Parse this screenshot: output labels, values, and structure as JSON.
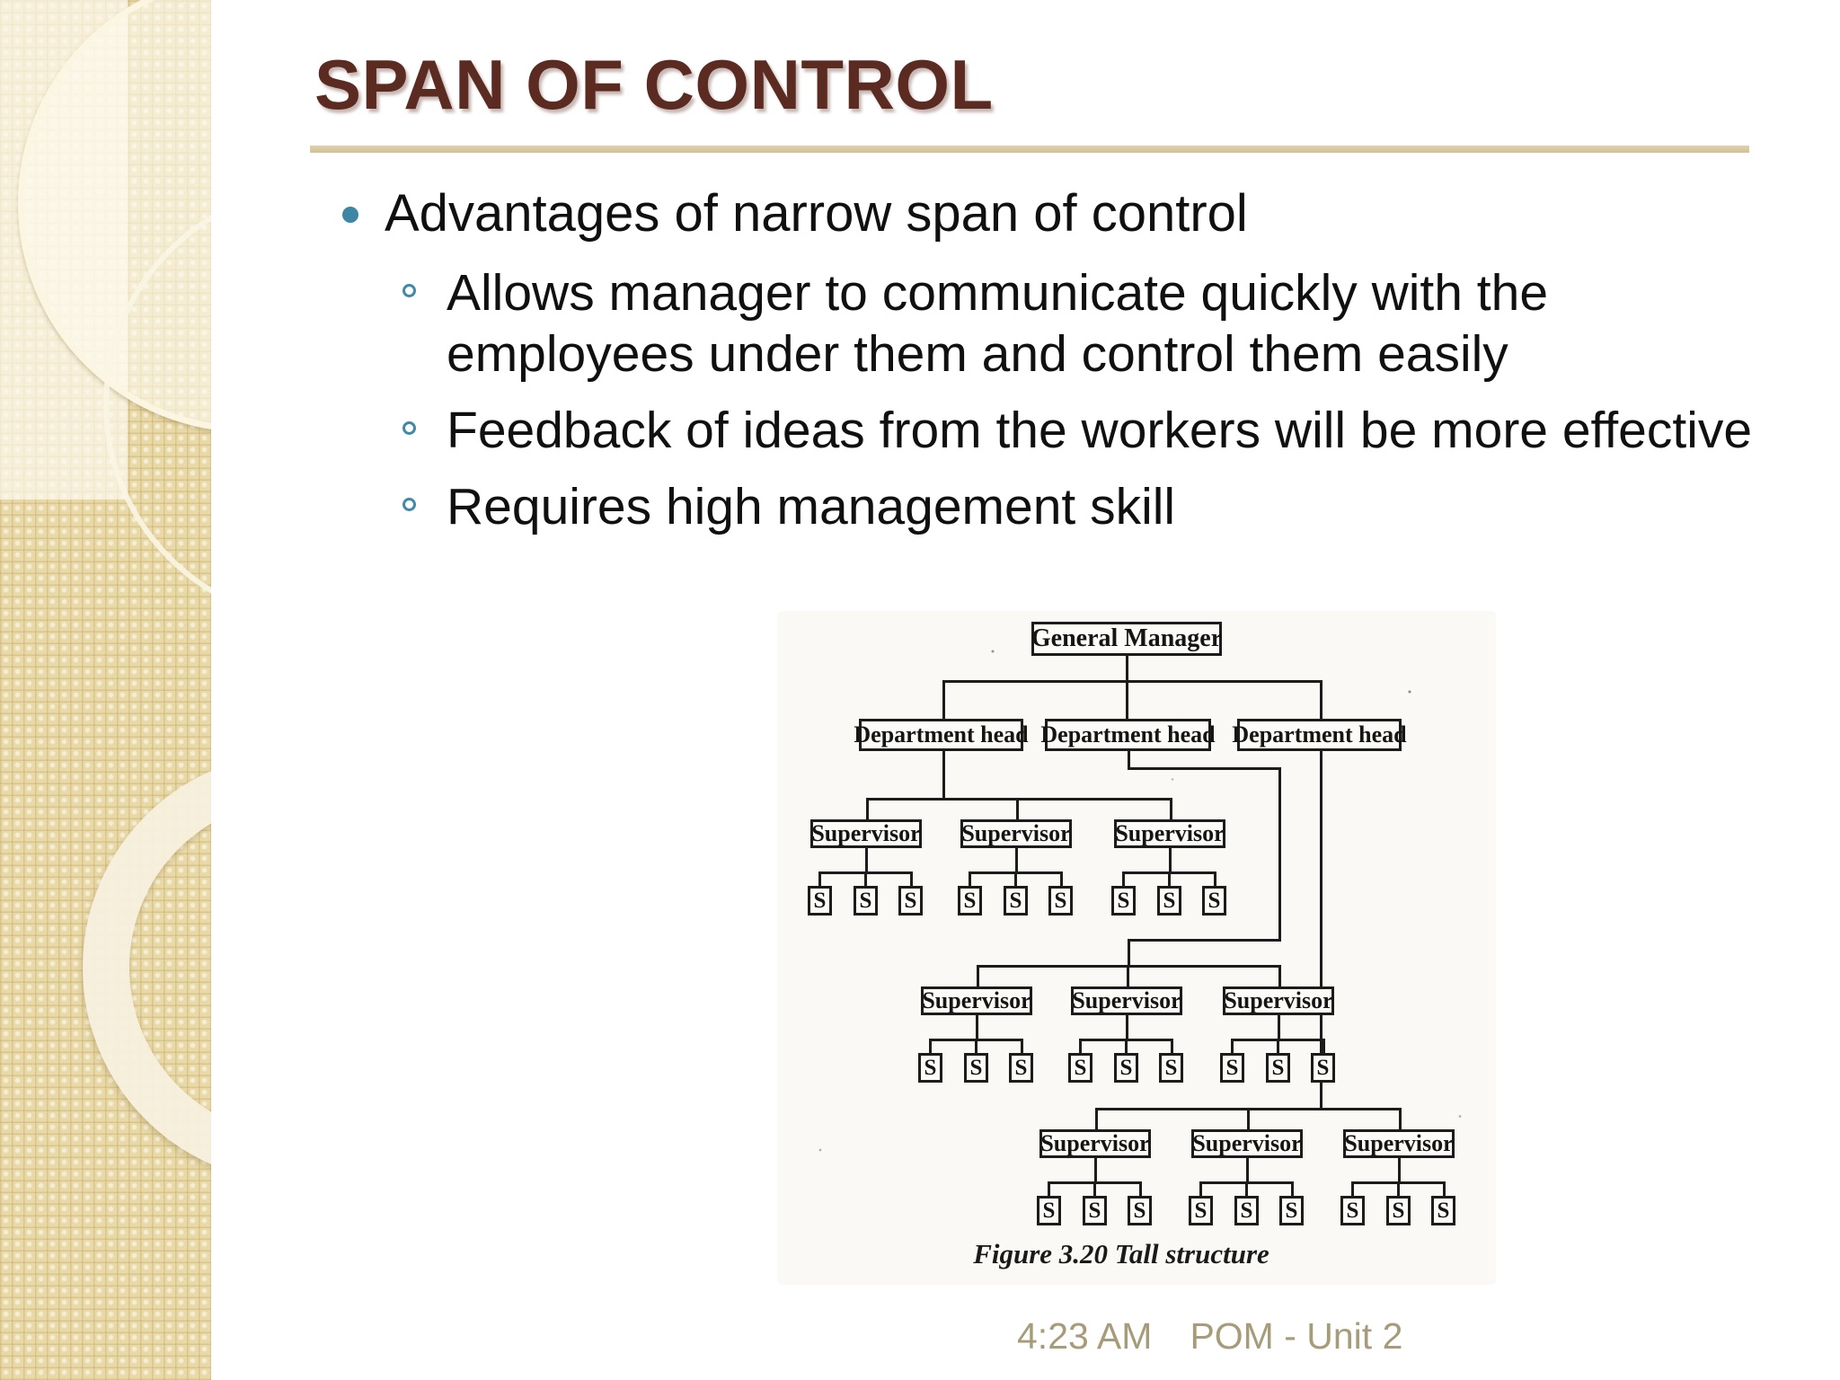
{
  "slide": {
    "title": "SPAN OF CONTROL",
    "bullet": "Advantages of narrow span of control",
    "sub_bullets": [
      "Allows manager to communicate quickly with the employees under them and control them easily",
      "Feedback of ideas from the workers will be more effective",
      "Requires high management skill"
    ],
    "footer": {
      "time": "4:23 AM",
      "course": "POM - Unit 2"
    }
  },
  "figure": {
    "caption": "Figure 3.20 Tall structure",
    "labels": {
      "general_manager": "General Manager",
      "department_head": "Department head",
      "supervisor": "Supervisor",
      "subordinate": "S"
    },
    "structure": {
      "department_heads": 3,
      "supervisors_per_department_head": 3,
      "subordinates_per_supervisor": 3
    }
  },
  "colors": {
    "title": "#5b2a21",
    "rule": "#d9c9a2",
    "bullet_marker": "#3e86a6",
    "body_text": "#101010",
    "footer_text": "#a69c79",
    "sidebar_base": "#e9d9a6",
    "chart_ink": "#1c1c1c"
  }
}
